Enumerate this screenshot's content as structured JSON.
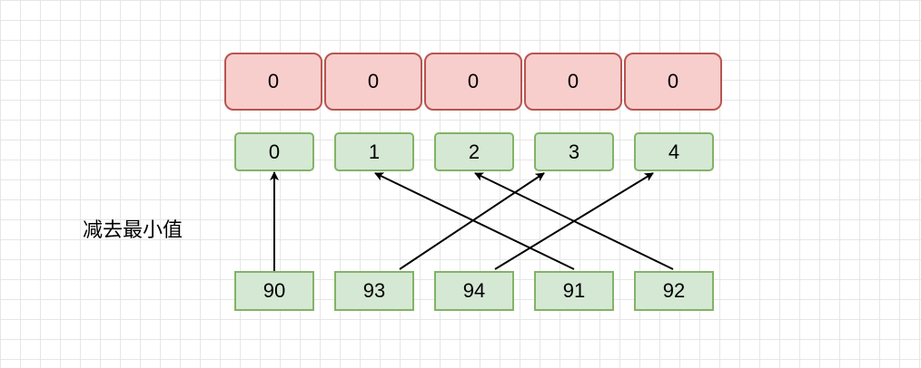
{
  "counts": [
    "0",
    "0",
    "0",
    "0",
    "0"
  ],
  "indices": [
    "0",
    "1",
    "2",
    "3",
    "4"
  ],
  "values": [
    "90",
    "93",
    "94",
    "91",
    "92"
  ],
  "caption": "减去最小值",
  "arrows": [
    {
      "from_value": "90",
      "to_index": "0"
    },
    {
      "from_value": "93",
      "to_index": "3"
    },
    {
      "from_value": "94",
      "to_index": "4"
    },
    {
      "from_value": "91",
      "to_index": "1"
    },
    {
      "from_value": "92",
      "to_index": "2"
    }
  ]
}
